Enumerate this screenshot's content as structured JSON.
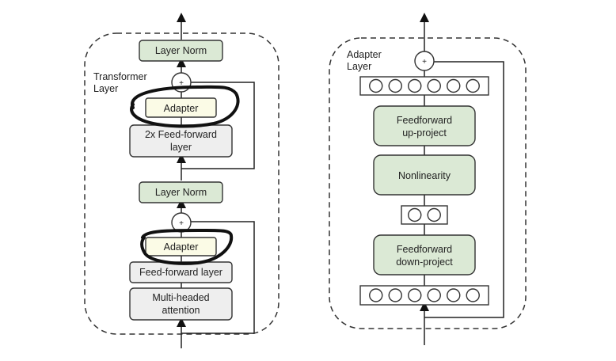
{
  "left_diagram": {
    "title": [
      "Transformer",
      "Layer"
    ],
    "blocks": {
      "layer_norm_top": "Layer Norm",
      "adapter_top": "Adapter",
      "feed_forward_2x": [
        "2x Feed-forward",
        "layer"
      ],
      "layer_norm_bottom": "Layer Norm",
      "adapter_bottom": "Adapter",
      "feed_forward": "Feed-forward layer",
      "attention": [
        "Multi-headed",
        "attention"
      ]
    },
    "sum_symbol": "+"
  },
  "right_diagram": {
    "title": [
      "Adapter",
      "Layer"
    ],
    "blocks": {
      "up_project": [
        "Feedforward",
        "up-project"
      ],
      "nonlinearity": "Nonlinearity",
      "down_project": [
        "Feedforward",
        "down-project"
      ]
    },
    "top_neurons": 6,
    "bottleneck_neurons": 2,
    "bottom_neurons": 6,
    "sum_symbol": "+"
  },
  "colors": {
    "green_block": "#dbe9d5",
    "gray_block": "#eeeeee",
    "adapter_block": "#fbfbe6",
    "adapter_layer_bg": "#fbfbeb",
    "annotation": "#111111"
  }
}
